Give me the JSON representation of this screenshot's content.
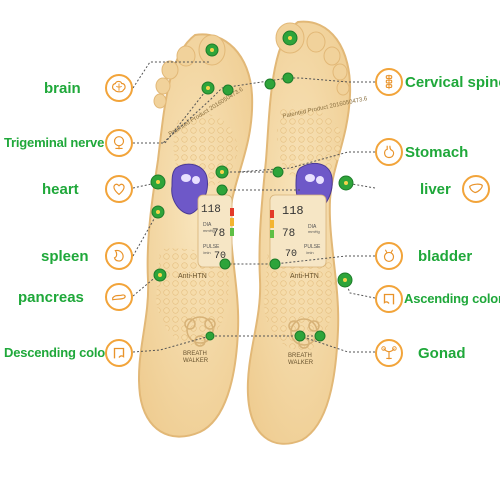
{
  "labels": {
    "brain": "brain",
    "trigeminal_nerve": "Trigeminal nerve",
    "heart": "heart",
    "spleen": "spleen",
    "pancreas": "pancreas",
    "descending_colon": "Descending colon",
    "cervical_spine": "Cervical spine",
    "stomach": "Stomach",
    "liver": "liver",
    "bladder": "bladder",
    "ascending_colon": "Ascending colon",
    "gonad": "Gonad"
  },
  "insole": {
    "left_brand_text": "Patented Product 2016050473.6",
    "right_brand_text": "Patented Product 2016050473.6",
    "sys_value": "118",
    "dia_label": "DIA",
    "dia_unit": "mmHg",
    "dia_value": "78",
    "pulse_label": "PULSE",
    "pulse_unit": "/min",
    "pulse_value": "70",
    "model_text": "Anti-HTN",
    "logo_line1": "BREATH",
    "logo_line2": "WALKER"
  },
  "colors": {
    "label_green": "#1fa83a",
    "point_green": "#2ea43a",
    "icon_ring": "#f2a43a",
    "insole_fill": "#f4d9a6",
    "insole_edge": "#e6bf80",
    "sensor_purple": "#6e58c8"
  },
  "icons": [
    "brain-icon",
    "trigeminal-nerve-icon",
    "heart-icon",
    "spleen-icon",
    "pancreas-icon",
    "descending-colon-icon",
    "cervical-spine-icon",
    "stomach-icon",
    "liver-icon",
    "bladder-icon",
    "ascending-colon-icon",
    "gonad-icon"
  ]
}
